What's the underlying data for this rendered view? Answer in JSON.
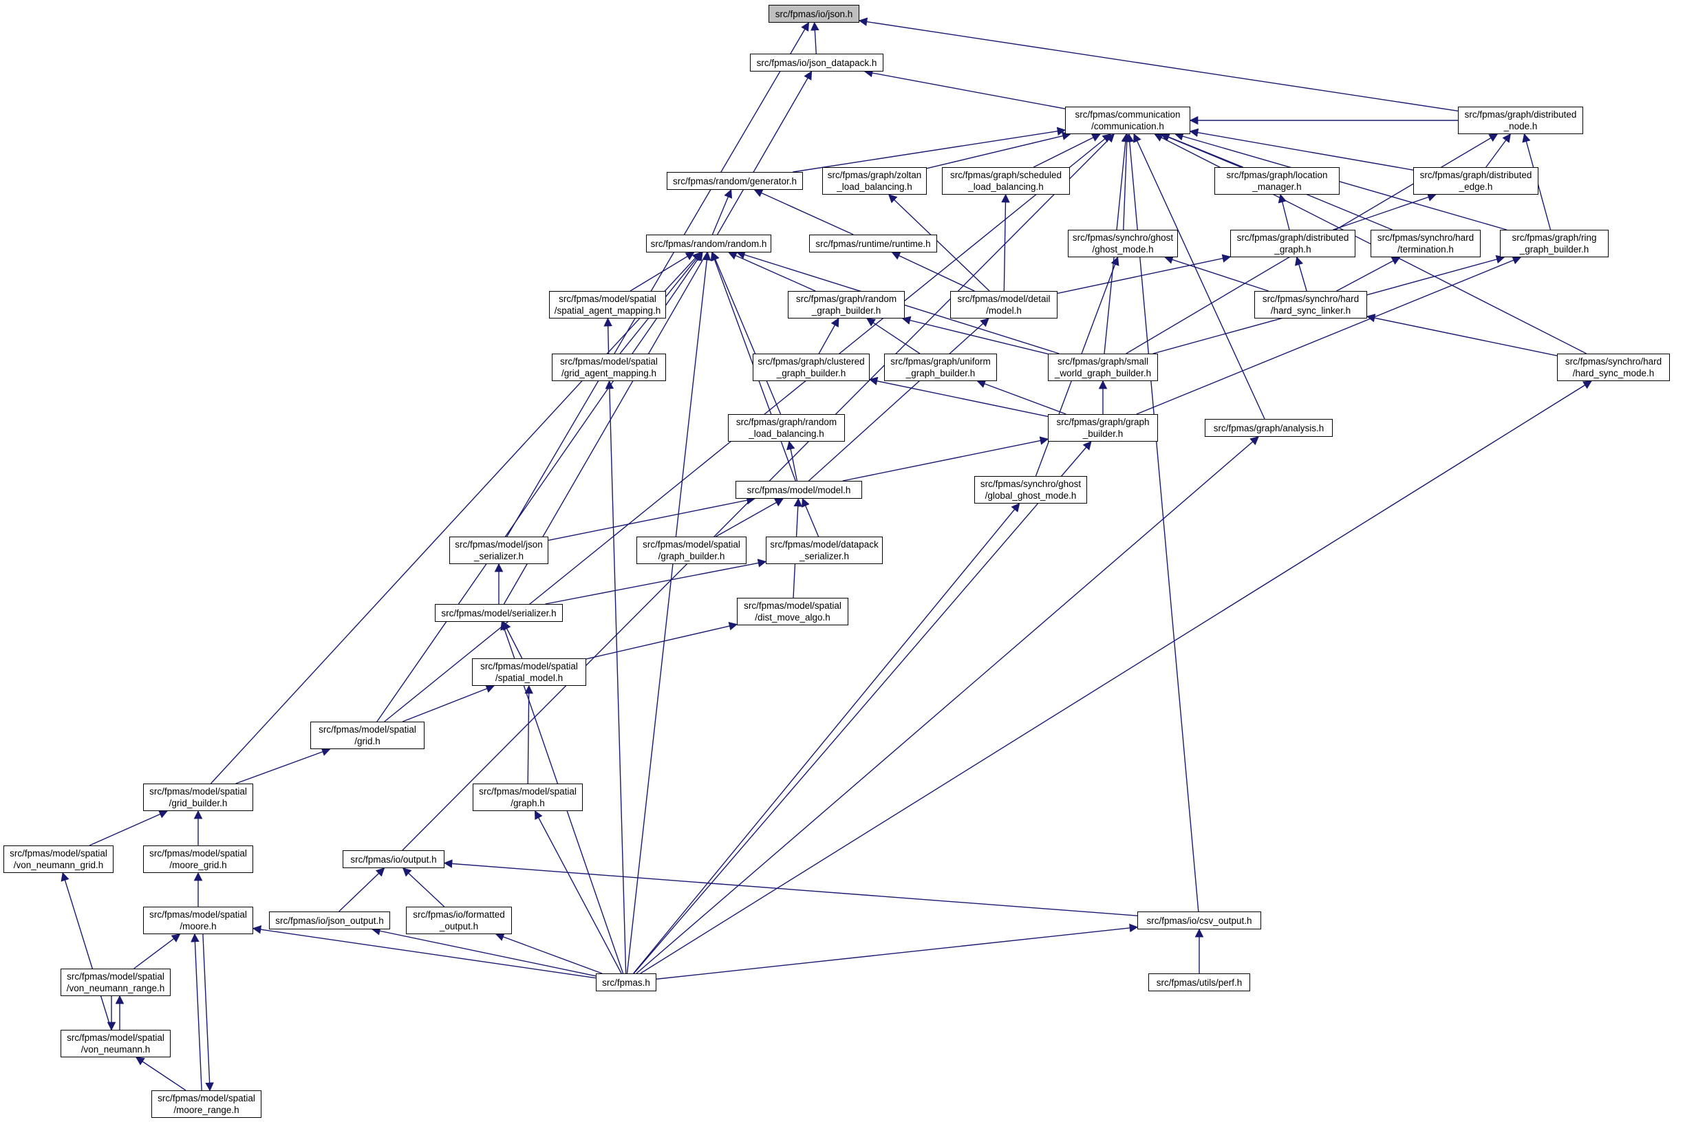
{
  "diagram": {
    "type": "include-dependency-graph",
    "edge_color": "#191970",
    "root_fill": "#bfbfbf",
    "nodes": [
      {
        "id": "json",
        "label": "src/fpmas/io/json.h",
        "root": true
      },
      {
        "id": "json_datapack",
        "label": "src/fpmas/io/json_datapack.h"
      },
      {
        "id": "communication",
        "label": "src/fpmas/communication\n/communication.h"
      },
      {
        "id": "distributed_node",
        "label": "src/fpmas/graph/distributed\n_node.h"
      },
      {
        "id": "generator",
        "label": "src/fpmas/random/generator.h"
      },
      {
        "id": "zoltan_lb",
        "label": "src/fpmas/graph/zoltan\n_load_balancing.h"
      },
      {
        "id": "scheduled_lb",
        "label": "src/fpmas/graph/scheduled\n_load_balancing.h"
      },
      {
        "id": "location_manager",
        "label": "src/fpmas/graph/location\n_manager.h"
      },
      {
        "id": "distributed_edge",
        "label": "src/fpmas/graph/distributed\n_edge.h"
      },
      {
        "id": "random",
        "label": "src/fpmas/random/random.h"
      },
      {
        "id": "runtime",
        "label": "src/fpmas/runtime/runtime.h"
      },
      {
        "id": "ghost_mode",
        "label": "src/fpmas/synchro/ghost\n/ghost_mode.h"
      },
      {
        "id": "distributed_graph",
        "label": "src/fpmas/graph/distributed\n_graph.h"
      },
      {
        "id": "termination",
        "label": "src/fpmas/synchro/hard\n/termination.h"
      },
      {
        "id": "ring_gb",
        "label": "src/fpmas/graph/ring\n_graph_builder.h"
      },
      {
        "id": "spatial_agent_mapping",
        "label": "src/fpmas/model/spatial\n/spatial_agent_mapping.h"
      },
      {
        "id": "random_gb",
        "label": "src/fpmas/graph/random\n_graph_builder.h"
      },
      {
        "id": "detail_model",
        "label": "src/fpmas/model/detail\n/model.h"
      },
      {
        "id": "hard_sync_linker",
        "label": "src/fpmas/synchro/hard\n/hard_sync_linker.h"
      },
      {
        "id": "grid_agent_mapping",
        "label": "src/fpmas/model/spatial\n/grid_agent_mapping.h"
      },
      {
        "id": "clustered_gb",
        "label": "src/fpmas/graph/clustered\n_graph_builder.h"
      },
      {
        "id": "uniform_gb",
        "label": "src/fpmas/graph/uniform\n_graph_builder.h"
      },
      {
        "id": "small_world_gb",
        "label": "src/fpmas/graph/small\n_world_graph_builder.h"
      },
      {
        "id": "hard_sync_mode",
        "label": "src/fpmas/synchro/hard\n/hard_sync_mode.h"
      },
      {
        "id": "random_lb",
        "label": "src/fpmas/graph/random\n_load_balancing.h"
      },
      {
        "id": "graph_builder",
        "label": "src/fpmas/graph/graph\n_builder.h"
      },
      {
        "id": "analysis",
        "label": "src/fpmas/graph/analysis.h"
      },
      {
        "id": "model",
        "label": "src/fpmas/model/model.h"
      },
      {
        "id": "global_ghost_mode",
        "label": "src/fpmas/synchro/ghost\n/global_ghost_mode.h"
      },
      {
        "id": "json_serializer",
        "label": "src/fpmas/model/json\n_serializer.h"
      },
      {
        "id": "spatial_graph_builder",
        "label": "src/fpmas/model/spatial\n/graph_builder.h"
      },
      {
        "id": "datapack_serializer",
        "label": "src/fpmas/model/datapack\n_serializer.h"
      },
      {
        "id": "serializer",
        "label": "src/fpmas/model/serializer.h"
      },
      {
        "id": "dist_move_algo",
        "label": "src/fpmas/model/spatial\n/dist_move_algo.h"
      },
      {
        "id": "spatial_model",
        "label": "src/fpmas/model/spatial\n/spatial_model.h"
      },
      {
        "id": "grid",
        "label": "src/fpmas/model/spatial\n/grid.h"
      },
      {
        "id": "grid_builder",
        "label": "src/fpmas/model/spatial\n/grid_builder.h"
      },
      {
        "id": "spatial_graph",
        "label": "src/fpmas/model/spatial\n/graph.h"
      },
      {
        "id": "von_neumann_grid",
        "label": "src/fpmas/model/spatial\n/von_neumann_grid.h"
      },
      {
        "id": "moore_grid",
        "label": "src/fpmas/model/spatial\n/moore_grid.h"
      },
      {
        "id": "output",
        "label": "src/fpmas/io/output.h"
      },
      {
        "id": "moore",
        "label": "src/fpmas/model/spatial\n/moore.h"
      },
      {
        "id": "json_output",
        "label": "src/fpmas/io/json_output.h"
      },
      {
        "id": "formatted_output",
        "label": "src/fpmas/io/formatted\n_output.h"
      },
      {
        "id": "csv_output",
        "label": "src/fpmas/io/csv_output.h"
      },
      {
        "id": "von_neumann_range",
        "label": "src/fpmas/model/spatial\n/von_neumann_range.h"
      },
      {
        "id": "fpmas",
        "label": "src/fpmas.h"
      },
      {
        "id": "perf",
        "label": "src/fpmas/utils/perf.h"
      },
      {
        "id": "von_neumann",
        "label": "src/fpmas/model/spatial\n/von_neumann.h"
      },
      {
        "id": "moore_range",
        "label": "src/fpmas/model/spatial\n/moore_range.h"
      }
    ],
    "edges": [
      [
        "json_datapack",
        "json"
      ],
      [
        "json_serializer",
        "json"
      ],
      [
        "distributed_node",
        "json"
      ],
      [
        "communication",
        "json_datapack"
      ],
      [
        "serializer",
        "json_datapack"
      ],
      [
        "distributed_node",
        "communication"
      ],
      [
        "generator",
        "communication"
      ],
      [
        "zoltan_lb",
        "communication"
      ],
      [
        "scheduled_lb",
        "communication"
      ],
      [
        "location_manager",
        "communication"
      ],
      [
        "distributed_edge",
        "communication"
      ],
      [
        "ghost_mode",
        "communication"
      ],
      [
        "termination",
        "communication"
      ],
      [
        "ring_gb",
        "communication"
      ],
      [
        "small_world_gb",
        "communication"
      ],
      [
        "analysis",
        "communication"
      ],
      [
        "hard_sync_mode",
        "communication"
      ],
      [
        "csv_output",
        "communication"
      ],
      [
        "output",
        "communication"
      ],
      [
        "grid",
        "communication"
      ],
      [
        "distributed_edge",
        "distributed_node"
      ],
      [
        "ring_gb",
        "distributed_node"
      ],
      [
        "small_world_gb",
        "distributed_node"
      ],
      [
        "random",
        "generator"
      ],
      [
        "runtime",
        "generator"
      ],
      [
        "detail_model",
        "zoltan_lb"
      ],
      [
        "detail_model",
        "scheduled_lb"
      ],
      [
        "detail_model",
        "runtime"
      ],
      [
        "distributed_graph",
        "location_manager"
      ],
      [
        "distributed_graph",
        "distributed_edge"
      ],
      [
        "detail_model",
        "distributed_graph"
      ],
      [
        "hard_sync_linker",
        "distributed_graph"
      ],
      [
        "hard_sync_linker",
        "ghost_mode"
      ],
      [
        "hard_sync_linker",
        "termination"
      ],
      [
        "hard_sync_mode",
        "hard_sync_linker"
      ],
      [
        "global_ghost_mode",
        "ghost_mode"
      ],
      [
        "small_world_gb",
        "ring_gb"
      ],
      [
        "graph_builder",
        "ring_gb"
      ],
      [
        "spatial_agent_mapping",
        "random"
      ],
      [
        "grid_agent_mapping",
        "random"
      ],
      [
        "random_gb",
        "random"
      ],
      [
        "small_world_gb",
        "random"
      ],
      [
        "random_lb",
        "random"
      ],
      [
        "model",
        "random"
      ],
      [
        "grid",
        "random"
      ],
      [
        "grid_builder",
        "random"
      ],
      [
        "fpmas",
        "random"
      ],
      [
        "grid_agent_mapping",
        "spatial_agent_mapping"
      ],
      [
        "fpmas",
        "grid_agent_mapping"
      ],
      [
        "clustered_gb",
        "random_gb"
      ],
      [
        "uniform_gb",
        "random_gb"
      ],
      [
        "small_world_gb",
        "random_gb"
      ],
      [
        "graph_builder",
        "clustered_gb"
      ],
      [
        "graph_builder",
        "uniform_gb"
      ],
      [
        "graph_builder",
        "small_world_gb"
      ],
      [
        "model",
        "random_lb"
      ],
      [
        "model",
        "detail_model"
      ],
      [
        "model",
        "graph_builder"
      ],
      [
        "fpmas",
        "graph_builder"
      ],
      [
        "fpmas",
        "analysis"
      ],
      [
        "fpmas",
        "global_ghost_mode"
      ],
      [
        "fpmas",
        "hard_sync_mode"
      ],
      [
        "json_serializer",
        "model"
      ],
      [
        "spatial_graph_builder",
        "model"
      ],
      [
        "datapack_serializer",
        "model"
      ],
      [
        "dist_move_algo",
        "model"
      ],
      [
        "serializer",
        "json_serializer"
      ],
      [
        "serializer",
        "datapack_serializer"
      ],
      [
        "spatial_model",
        "serializer"
      ],
      [
        "fpmas",
        "serializer"
      ],
      [
        "spatial_model",
        "dist_move_algo"
      ],
      [
        "grid",
        "spatial_model"
      ],
      [
        "spatial_graph",
        "spatial_model"
      ],
      [
        "fpmas",
        "spatial_graph"
      ],
      [
        "grid_builder",
        "grid"
      ],
      [
        "von_neumann_grid",
        "grid_builder"
      ],
      [
        "moore_grid",
        "grid_builder"
      ],
      [
        "moore",
        "moore_grid"
      ],
      [
        "von_neumann",
        "von_neumann_grid"
      ],
      [
        "von_neumann_range",
        "moore"
      ],
      [
        "moore_range",
        "moore"
      ],
      [
        "fpmas",
        "moore"
      ],
      [
        "von_neumann",
        "von_neumann_range"
      ],
      [
        "von_neumann_range",
        "von_neumann"
      ],
      [
        "moore",
        "moore_range"
      ],
      [
        "moore_range",
        "von_neumann"
      ],
      [
        "json_output",
        "output"
      ],
      [
        "formatted_output",
        "output"
      ],
      [
        "csv_output",
        "output"
      ],
      [
        "fpmas",
        "json_output"
      ],
      [
        "fpmas",
        "formatted_output"
      ],
      [
        "fpmas",
        "csv_output"
      ],
      [
        "perf",
        "csv_output"
      ]
    ]
  }
}
